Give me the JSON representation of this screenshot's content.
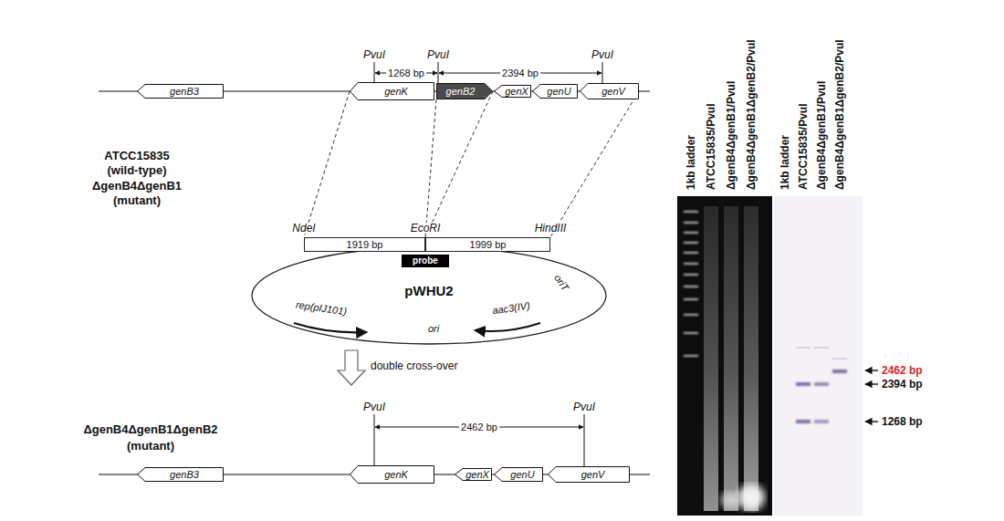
{
  "diagram": {
    "nodes": [
      {
        "text": [
          "genB3"
        ]
      },
      {
        "text": [
          "genK"
        ]
      },
      {
        "text": [
          "genB2"
        ]
      },
      {
        "text": [
          "genX"
        ]
      },
      {
        "text": [
          "genU"
        ]
      },
      {
        "text": [
          "genV"
        ]
      },
      {
        "text": [
          "pWHU2",
          "rep(pIJ101)",
          "ori",
          "aac3(IV)",
          "oriT"
        ]
      },
      {
        "text": [
          "1919 bp"
        ]
      },
      {
        "text": [
          "1999 bp"
        ]
      },
      {
        "text": [
          "probe"
        ]
      },
      {
        "text": [
          "genB3"
        ]
      },
      {
        "text": [
          "genK"
        ]
      },
      {
        "text": [
          "genX"
        ]
      },
      {
        "text": [
          "genU"
        ]
      },
      {
        "text": [
          "genV"
        ]
      }
    ],
    "edges": [
      {
        "from": 1,
        "to": 7,
        "arrow": "none"
      },
      {
        "from": 2,
        "to": 7,
        "arrow": "none"
      },
      {
        "from": 2,
        "to": 8,
        "arrow": "none"
      },
      {
        "from": 5,
        "to": 8,
        "arrow": "none"
      }
    ],
    "labels": [
      "PvuI",
      "1268 bp",
      "PvuI",
      "2394 bp",
      "PvuI",
      "ATCC15835",
      "(wild-type)",
      "ΔgenB4ΔgenB1",
      "(mutant)",
      "NdeI",
      "EcoRI",
      "HindIII",
      "double cross-over",
      "ΔgenB4ΔgenB1ΔgenB2",
      "(mutant)",
      "PvuI",
      "2462 bp",
      "PvuI",
      "1kb ladder",
      "ATCC15835/PvuI",
      "ΔgenB4ΔgenB1/PvuI",
      "ΔgenB4ΔgenB1ΔgenB2/PvuI",
      "1kb ladder",
      "ATCC15835/PvuI",
      "ΔgenB4ΔgenB1/PvuI",
      "ΔgenB4ΔgenB1ΔgenB2/PvuI",
      "2462 bp",
      "2394 bp",
      "1268 bp"
    ]
  }
}
